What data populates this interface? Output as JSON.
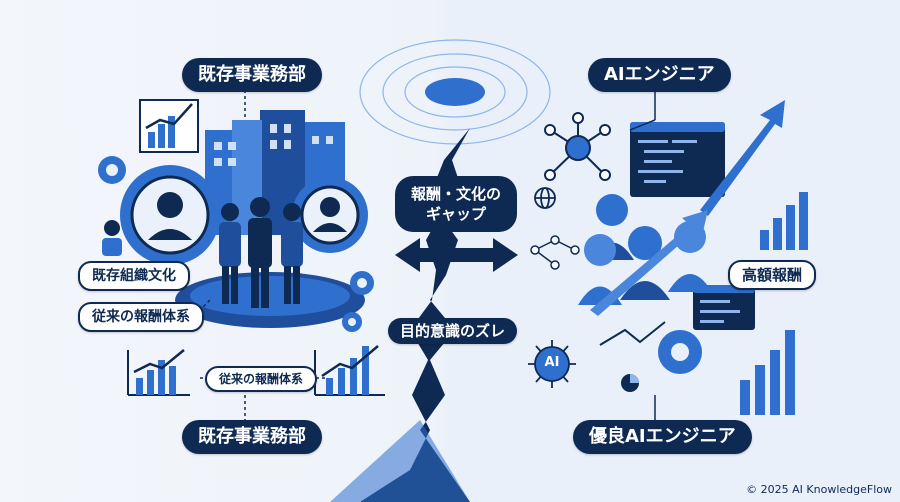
{
  "left": {
    "top_label": "既存事業務部",
    "bottom_label": "既存事業務部",
    "tag_culture": "既存組織文化",
    "tag_reward": "従来の報酬体系",
    "tag_reward_small": "従来の報酬体系"
  },
  "center": {
    "gap_label": "報酬・文化の\nギャップ",
    "gap_label_line1": "報酬・文化の",
    "gap_label_line2": "ギャップ",
    "mismatch_label": "目的意識のズレ"
  },
  "right": {
    "top_label": "AIエンジニア",
    "high_pay_label": "高額報酬",
    "bottom_label": "優良AIエンジニア",
    "ai_chip": "AI"
  },
  "footer": {
    "copyright": "© 2025 AI KnowledgeFlow"
  },
  "colors": {
    "navy": "#0e2a52",
    "blue": "#2f6fce",
    "light_blue": "#8fb5ea"
  }
}
